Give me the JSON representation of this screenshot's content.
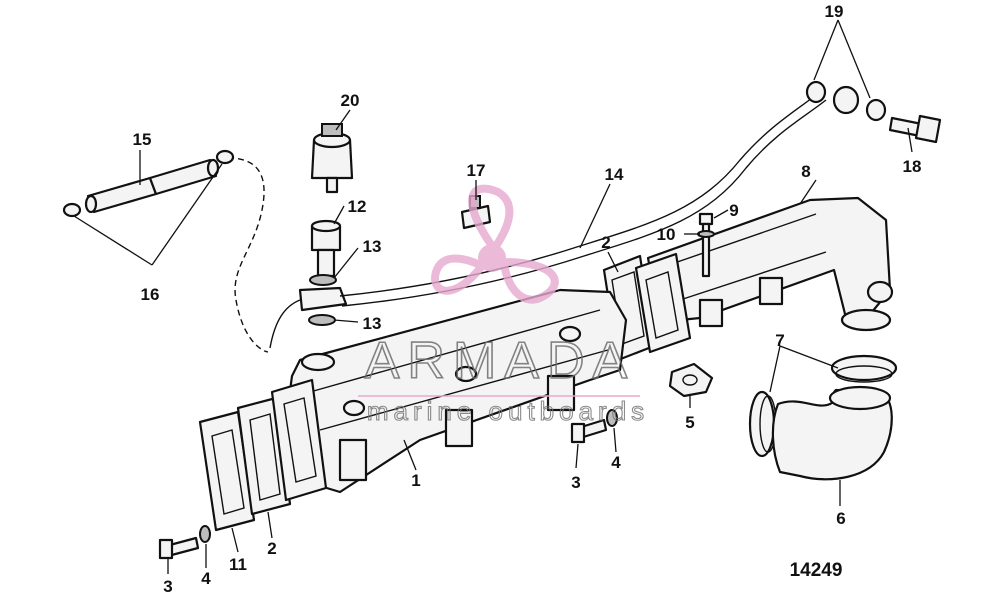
{
  "diagram": {
    "figure_number": "14249",
    "callouts": {
      "c1": "1",
      "c2a": "2",
      "c2b": "2",
      "c3a": "3",
      "c3b": "3",
      "c4a": "4",
      "c4b": "4",
      "c5": "5",
      "c6": "6",
      "c7": "7",
      "c8": "8",
      "c9": "9",
      "c10": "10",
      "c11": "11",
      "c12": "12",
      "c13a": "13",
      "c13b": "13",
      "c14": "14",
      "c15": "15",
      "c16": "16",
      "c17": "17",
      "c18": "18",
      "c19": "19",
      "c20": "20"
    }
  },
  "watermark": {
    "brand": "ARMADA",
    "tagline": "marine outboards",
    "accent_color": "#e7a9cf"
  }
}
